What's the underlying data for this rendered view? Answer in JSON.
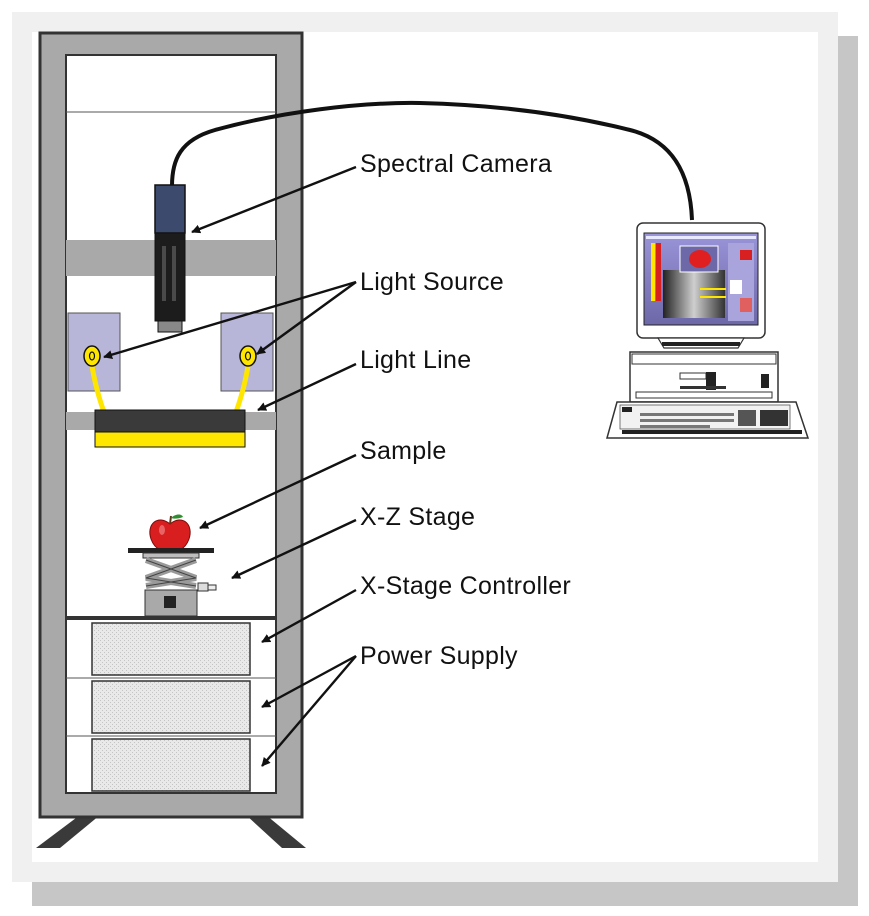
{
  "labels": {
    "spectral_camera": "Spectral Camera",
    "light_source": "Light Source",
    "light_line": "Light Line",
    "sample": "Sample",
    "xz_stage": "X-Z Stage",
    "x_stage_controller": "X-Stage Controller",
    "power_supply": "Power Supply"
  },
  "colors": {
    "frame_gray": "#a9a9a9",
    "frame_edge": "#333333",
    "camera_blue": "#3c4a6e",
    "camera_body": "#1c1c1c",
    "light_panel": "#b7b5d8",
    "light_yellow": "#ffe600",
    "apple_red": "#d81e1e",
    "screen_purple": "#8c86c8",
    "shadow_gray": "#c9c9c9",
    "drawer_fill": "#e7e7e7"
  },
  "icons": {
    "apple": "apple-icon",
    "computer": "desktop-computer-icon",
    "keyboard": "keyboard-icon"
  }
}
